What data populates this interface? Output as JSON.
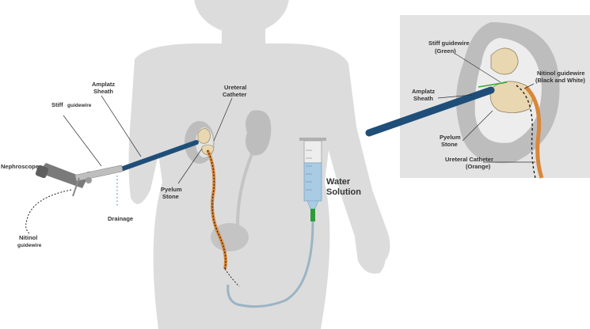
{
  "labels": {
    "nephroscope": "Nephroscope",
    "stiff_guidewire_a": "Stiff",
    "stiff_guidewire_b": "guidewire",
    "amplatz_sheath_1": "Amplatz",
    "amplatz_sheath_2": "Sheath",
    "drainage": "Drainage",
    "nitinol_guidewire_1": "Nitinol",
    "nitinol_guidewire_2": "guidewire",
    "ureteral_catheter_1": "Ureteral",
    "ureteral_catheter_2": "Catheter",
    "pyelum_stone_1": "Pyelum",
    "pyelum_stone_2": "Stone",
    "water_solution_1": "Water",
    "water_solution_2": "Solution"
  },
  "inset": {
    "stiff_guidewire_1": "Stiff guidewire",
    "stiff_guidewire_2": "(Green)",
    "nitinol_guidewire_1": "Nitinol guidewire",
    "nitinol_guidewire_2": "(Black and White)",
    "amplatz_sheath_1": "Amplatz",
    "amplatz_sheath_2": "Sheath",
    "pyelum_stone_1": "Pyelum",
    "pyelum_stone_2": "Stone",
    "ureteral_catheter_1": "Ureteral Catheter",
    "ureteral_catheter_2": "(Orange)"
  },
  "colors": {
    "body_silhouette": "#dcdcdc",
    "inset_background": "#e3e3e3",
    "sheath_blue": "#1f4e79",
    "kidney": "#bdbdbd",
    "stone": "#e8d7b0",
    "catheter_orange": "#d9873a",
    "guidewire_green": "#39a935",
    "water_blue": "#a9cbe4",
    "connector_green": "#2e9b3a"
  }
}
